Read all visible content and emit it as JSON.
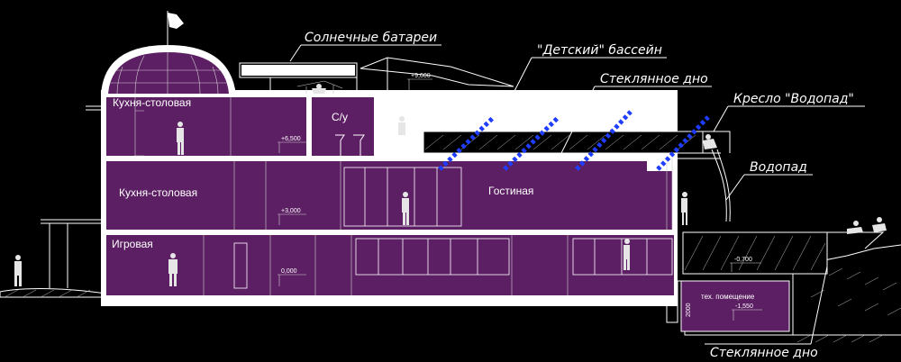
{
  "drawing": {
    "room_labels": {
      "kitchen_top": "Кухня-столовая",
      "wc": "С/у",
      "kitchen_mid": "Кухня-столовая",
      "living": "Гостиная",
      "playroom": "Игровая",
      "tech_room": "тех. помещение"
    },
    "callouts": {
      "solar": "Солнечные батареи",
      "kids_pool": "\"Детский\" бассейн",
      "glass_bottom_top": "Стеклянное дно",
      "chair": "Кресло \"Водопад\"",
      "waterfall": "Водопад",
      "glass_bottom_bottom": "Стеклянное дно"
    },
    "levels": {
      "roof": "+9,600",
      "floor3": "+6,500",
      "floor2": "+3,000",
      "floor1": "0,000",
      "pool": "-0,700",
      "tech": "-1,550",
      "tech_height": "2000"
    },
    "colors": {
      "background": "#000000",
      "room_fill": "#5c1f63",
      "lines": "#ffffff",
      "glass_highlight": "#1f3dff"
    }
  }
}
